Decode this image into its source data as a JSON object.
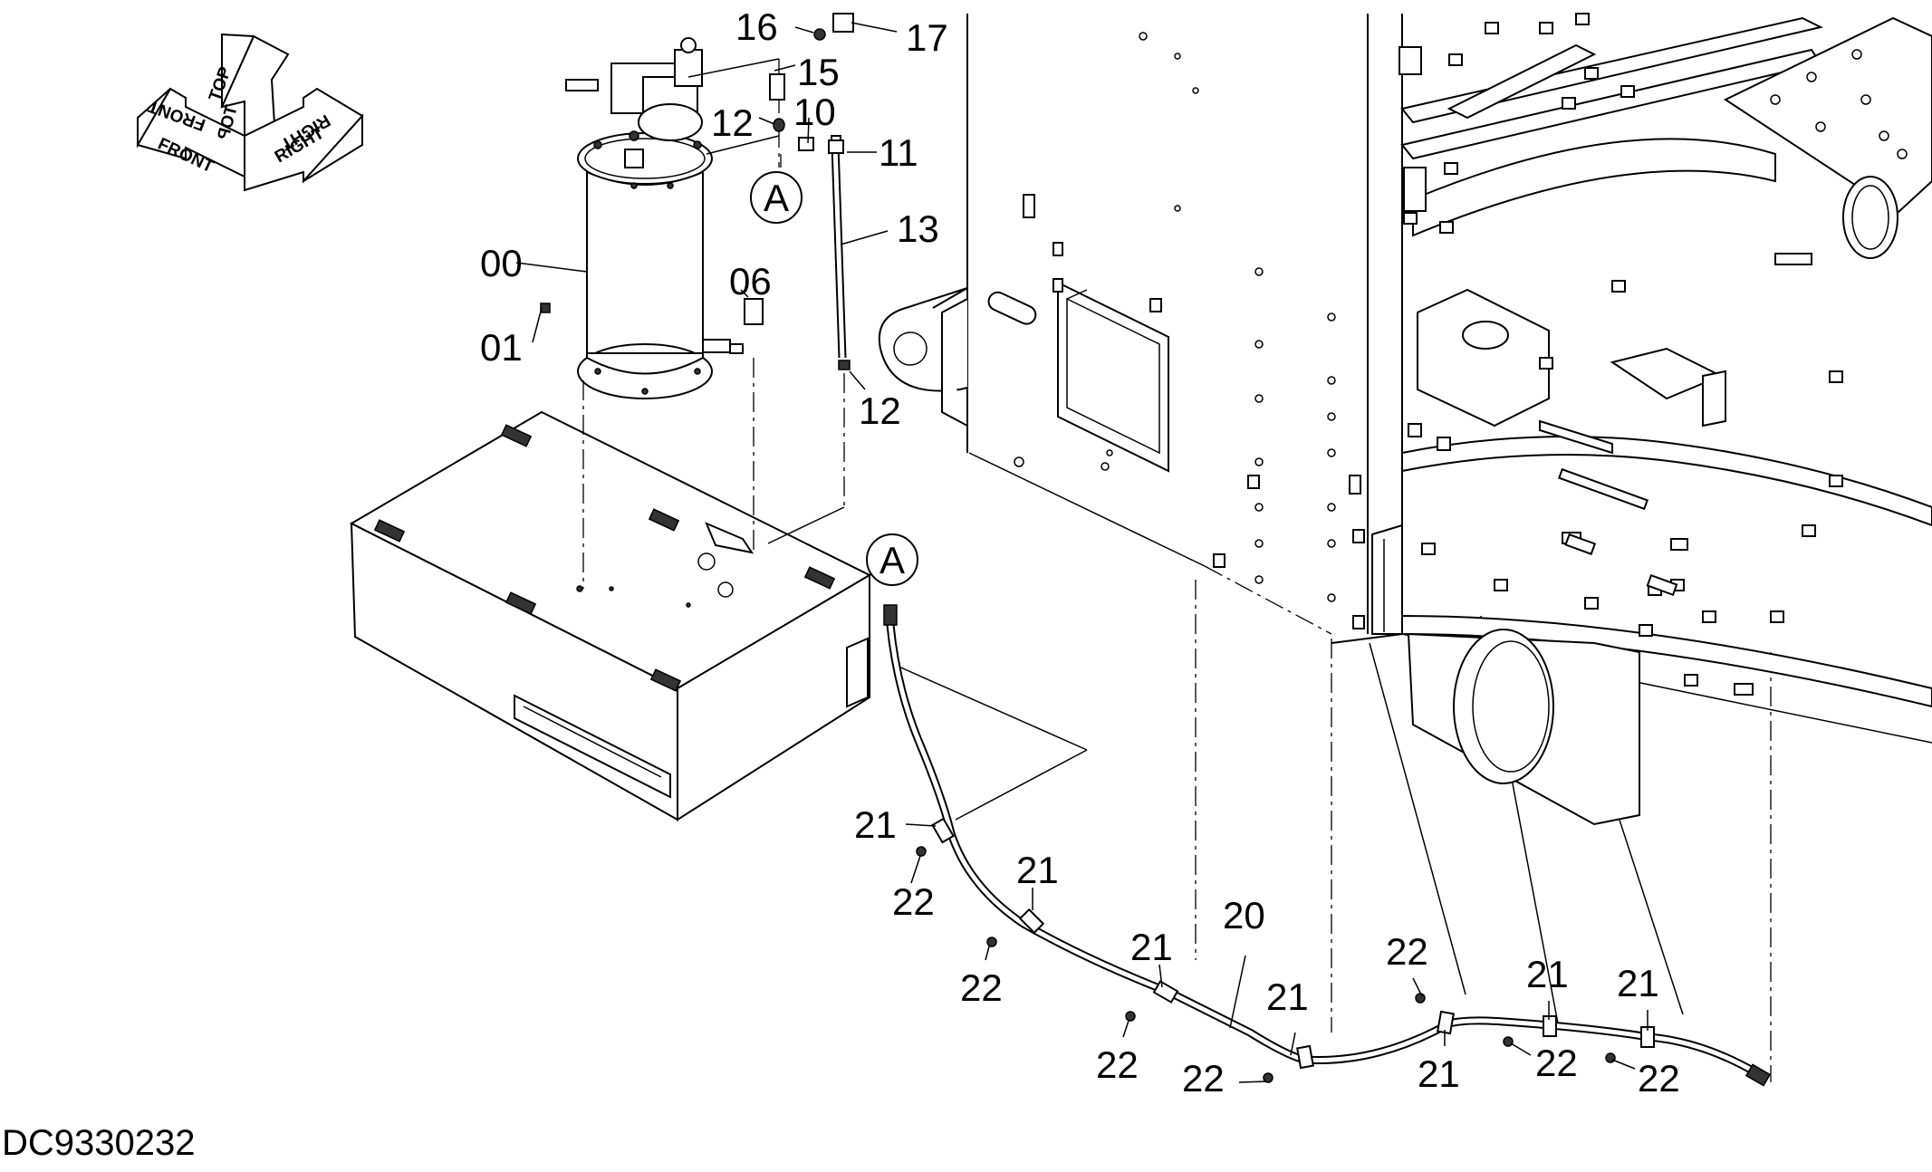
{
  "diagram": {
    "drawing_id": "DC9330232",
    "orientation": {
      "top_label": "TOP",
      "front_label": "FRONT",
      "right_label": "RIGHT"
    },
    "view_marker": "A",
    "callouts": {
      "c00": "00",
      "c01": "01",
      "c06": "06",
      "c10": "10",
      "c11": "11",
      "c12a": "12",
      "c12b": "12",
      "c13": "13",
      "c15": "15",
      "c16": "16",
      "c17": "17",
      "c20": "20",
      "c21a": "21",
      "c21b": "21",
      "c21c": "21",
      "c21d": "21",
      "c21e": "21",
      "c21f": "21",
      "c21g": "21",
      "c22a": "22",
      "c22b": "22",
      "c22c": "22",
      "c22d": "22",
      "c22e": "22",
      "c22f": "22",
      "c22g": "22"
    }
  }
}
